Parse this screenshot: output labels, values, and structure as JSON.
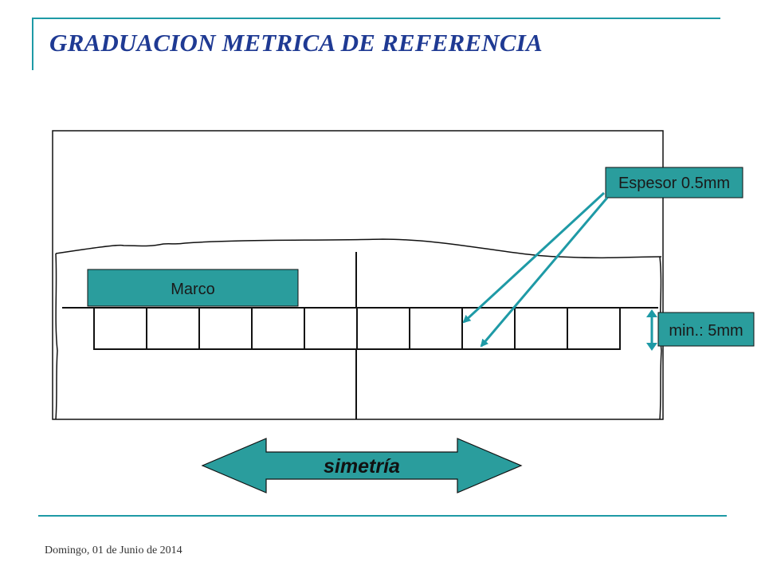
{
  "page": {
    "title": "GRADUACION METRICA DE REFERENCIA",
    "footer_date": "Domingo, 01 de Junio de 2014"
  },
  "diagram": {
    "marco_label": "Marco",
    "espesor_label": "Espesor 0.5mm",
    "min_label": "min.: 5mm",
    "simetria_label": "simetría",
    "graduation_cell_count": 10
  },
  "colors": {
    "accent_teal": "#1e9aa6",
    "box_teal": "#2a9d9d",
    "title_blue": "#1f3a93",
    "line_dark": "#111111"
  }
}
